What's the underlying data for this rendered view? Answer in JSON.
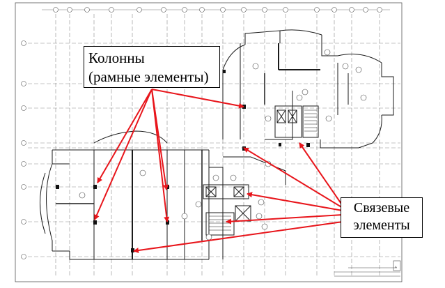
{
  "callouts": {
    "columns": {
      "line1": "Колонны",
      "line2": "(рамные элементы)"
    },
    "bracing": {
      "line1": "Связевые",
      "line2": "элементы"
    }
  },
  "colors": {
    "arrow": "#e8151b",
    "drawing": "#1a1a1a",
    "grid": "#8a8a8a",
    "box_border": "#000000"
  },
  "sheet": {
    "corner_mark": "А"
  }
}
